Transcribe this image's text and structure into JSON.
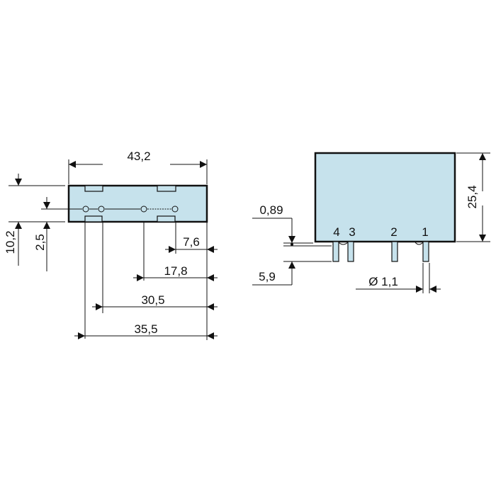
{
  "colors": {
    "body_fill": "#c6e2ec",
    "line": "#111111"
  },
  "top_view": {
    "dims": {
      "length": "43,2",
      "width": "10,2",
      "pin_row_offset": "2,5",
      "pin_1_2": "7,6",
      "pin_1_3": "17,8",
      "pin_1_4": "30,5",
      "pin_1_edge": "35,5"
    }
  },
  "side_view": {
    "pin_labels": [
      "4",
      "3",
      "2",
      "1"
    ],
    "dims": {
      "height": "25,4",
      "standoff": "0,89",
      "pin_length": "5,9",
      "pin_diameter": "Ø 1,1"
    }
  }
}
